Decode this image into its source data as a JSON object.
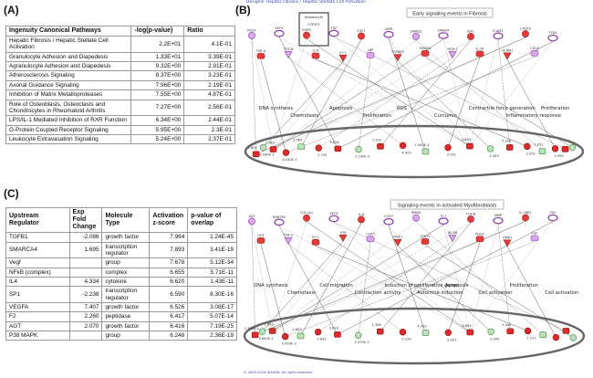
{
  "panels": {
    "a": "(A)",
    "b": "(B)",
    "c": "(C)"
  },
  "top_caption": "Designer Hepatic Fibrosis / Hepatic Stellate Cell Activation",
  "bottom_caption": "© 2000-2016 QIAGEN. All rights reserved.",
  "tableA": {
    "headers": [
      "Ingenuity Canonical Pathways",
      "-log(p-value)",
      "Ratio"
    ],
    "rows": [
      [
        "Hepatic Fibrosis / Hepatic Stellate Cell Activation",
        "2.2E+01",
        "4.1E-01"
      ],
      [
        "Granulocyte Adhesion and Diapedesis",
        "1.33E+01",
        "3.39E-01"
      ],
      [
        "Agranulocyte Adhesion and Diapedesis",
        "9.32E+00",
        "2.91E-01"
      ],
      [
        "Atherosclerosis Signaling",
        "8.37E+00",
        "3.23E-01"
      ],
      [
        "Axonal Guidance Signaling",
        "7.96E+00",
        "2.19E-01"
      ],
      [
        "Inhibition of Matrix Metalloproteases",
        "7.55E+00",
        "4.87E-01"
      ],
      [
        "Role of Osteoblasts, Osteoclasts and Chondrocytes in Rheumatoid Arthritis",
        "7.27E+00",
        "2.56E-01"
      ],
      [
        "LPS/IL-1 Mediated Inhibition of RXR Function",
        "6.34E+00",
        "2.44E-01"
      ],
      [
        "G-Protein Coupled Receptor Signaling",
        "5.95E+00",
        "2.3E-01"
      ],
      [
        "Leukocyte Extravasation Signaling",
        "5.24E+00",
        "2.37E-01"
      ]
    ]
  },
  "tableC": {
    "headers": [
      "Upstream Regulator",
      "Exp Fold Change",
      "Molecule Type",
      "Activation z-score",
      "p-value of overlap"
    ],
    "rows": [
      [
        "TGFB1",
        "-2.086",
        "growth factor",
        "7.964",
        "1.24E-45"
      ],
      [
        "SMARCA4",
        "1.695",
        "transcription regulator",
        "7.893",
        "3.41E-19"
      ],
      [
        "Vegf",
        "",
        "group",
        "7.678",
        "5.12E-34"
      ],
      [
        "NFkB (complex)",
        "",
        "complex",
        "6.655",
        "5.71E-11"
      ],
      [
        "IL4",
        "4.334",
        "cytokine",
        "6.620",
        "1.43E-11"
      ],
      [
        "SP1",
        "-2.238",
        "transcription regulator",
        "6.590",
        "8.30E-16"
      ],
      [
        "VEGFA",
        "7.407",
        "growth factor",
        "6.526",
        "3.08E-17"
      ],
      [
        "F2",
        "2.260",
        "peptidase",
        "6.417",
        "5.07E-14"
      ],
      [
        "AGT",
        "2.070",
        "growth factor",
        "6.416",
        "7.19E-25"
      ],
      [
        "P38 MAPK",
        "",
        "group",
        "6.248",
        "2.36E-19"
      ]
    ]
  },
  "networkB": {
    "title": "Early signaling events in Fibrosis",
    "box_labels": [
      "Hepatocyte",
      "CYP2E1"
    ],
    "nodes": [
      "PDGF",
      "TNF-a",
      "VEGF",
      "TGF-B",
      "EGFR",
      "IL-6",
      "FGF",
      "ET-1",
      "FGF2",
      "LBP",
      "LEPR",
      "TGFBR2",
      "SMAD2",
      "SMAD3",
      "SMAD4",
      "MCP-1",
      "IGF1",
      "IL-1R",
      "ICAM1",
      "VCAM1",
      "CXCR2",
      "CD14",
      "TLR4"
    ],
    "labels": [
      "DNA synthesis",
      "Chemotaxis",
      "Apoptosis",
      "Proliferation",
      "ROS",
      "Curcumin",
      "Contractile force generation",
      "Inflammatory response",
      "Proliferation"
    ],
    "numbers": [
      "2.605",
      "9.430E-3",
      "1.389",
      "8.430E-3",
      "1.085",
      "2.795",
      "3.616",
      "2.190E-5",
      "7.191",
      "4.429",
      "1.440E-3",
      "2.001",
      "3.893",
      "2.345",
      "5.126",
      "2.051",
      "1.051",
      "3.995"
    ]
  },
  "networkD": {
    "title": "Signaling events in activated Myofibroblasts",
    "nodes": [
      "AGT",
      "HGF",
      "RANTES",
      "TNF-a",
      "COL1A1",
      "ET-1",
      "VEGF",
      "IFN",
      "IL-6",
      "CCR5",
      "CCR7",
      "LYVE1",
      "SMAD",
      "STAT1",
      "IL-1",
      "NF-kB",
      "TGF-B",
      "PDGF",
      "MMP",
      "TIMP1",
      "IL-18R1",
      "FGF",
      "PAI"
    ],
    "labels": [
      "DNA synthesis",
      "Chemotaxis",
      "Cell migration",
      "Contraction activity",
      "Induction of proliferative genes",
      "Autocrine induction",
      "Apoptosis",
      "Cell activation",
      "Proliferation",
      "Cell activation"
    ],
    "numbers": [
      "2.793E-3",
      "3.840E-3",
      "1.893",
      "9.430E-3",
      "2.605",
      "7.891",
      "3.620",
      "2.470E-2",
      "1.389",
      "5.126",
      "4.429",
      "2.001",
      "3.893",
      "2.345",
      "0.441",
      "7.191"
    ]
  }
}
